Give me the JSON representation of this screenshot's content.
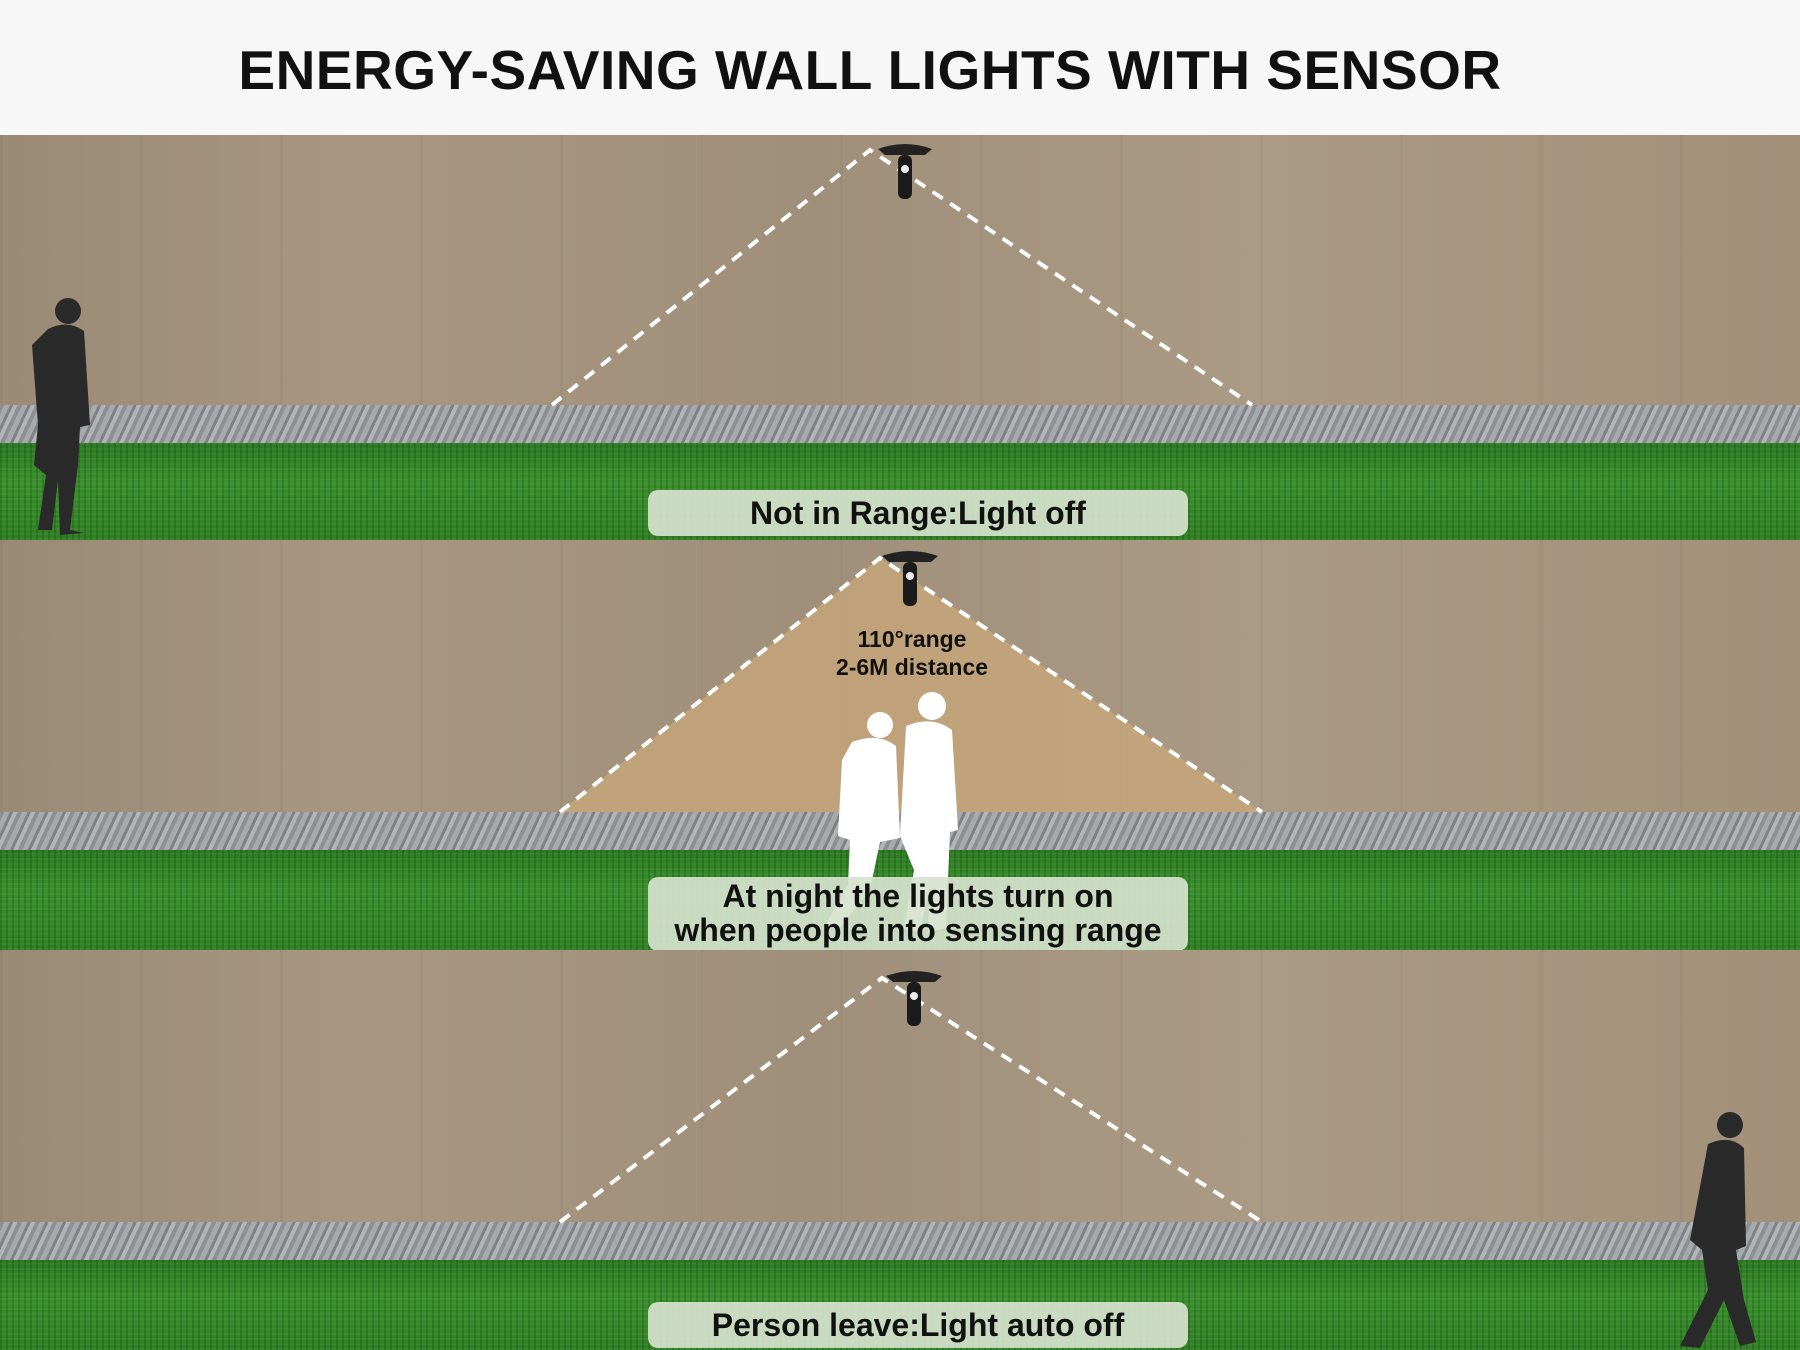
{
  "title": "ENERGY-SAVING WALL LIGHTS WITH SENSOR",
  "panels": [
    {
      "caption": "Not in Range:Light off"
    },
    {
      "caption_line1": "At night the lights turn on",
      "caption_line2": "when people into sensing range",
      "range_line1": "110°range",
      "range_line2": "2-6M distance"
    },
    {
      "caption": "Person leave:Light auto off"
    }
  ],
  "icons": [
    "wall-light-icon",
    "person-silhouette-icon",
    "sensing-range-cone"
  ],
  "colors": {
    "lit_cone": "#c9a87a",
    "caption_bg": "#d6e2ce",
    "silhouette_dark": "#2a2a2a",
    "silhouette_light": "#ffffff"
  }
}
